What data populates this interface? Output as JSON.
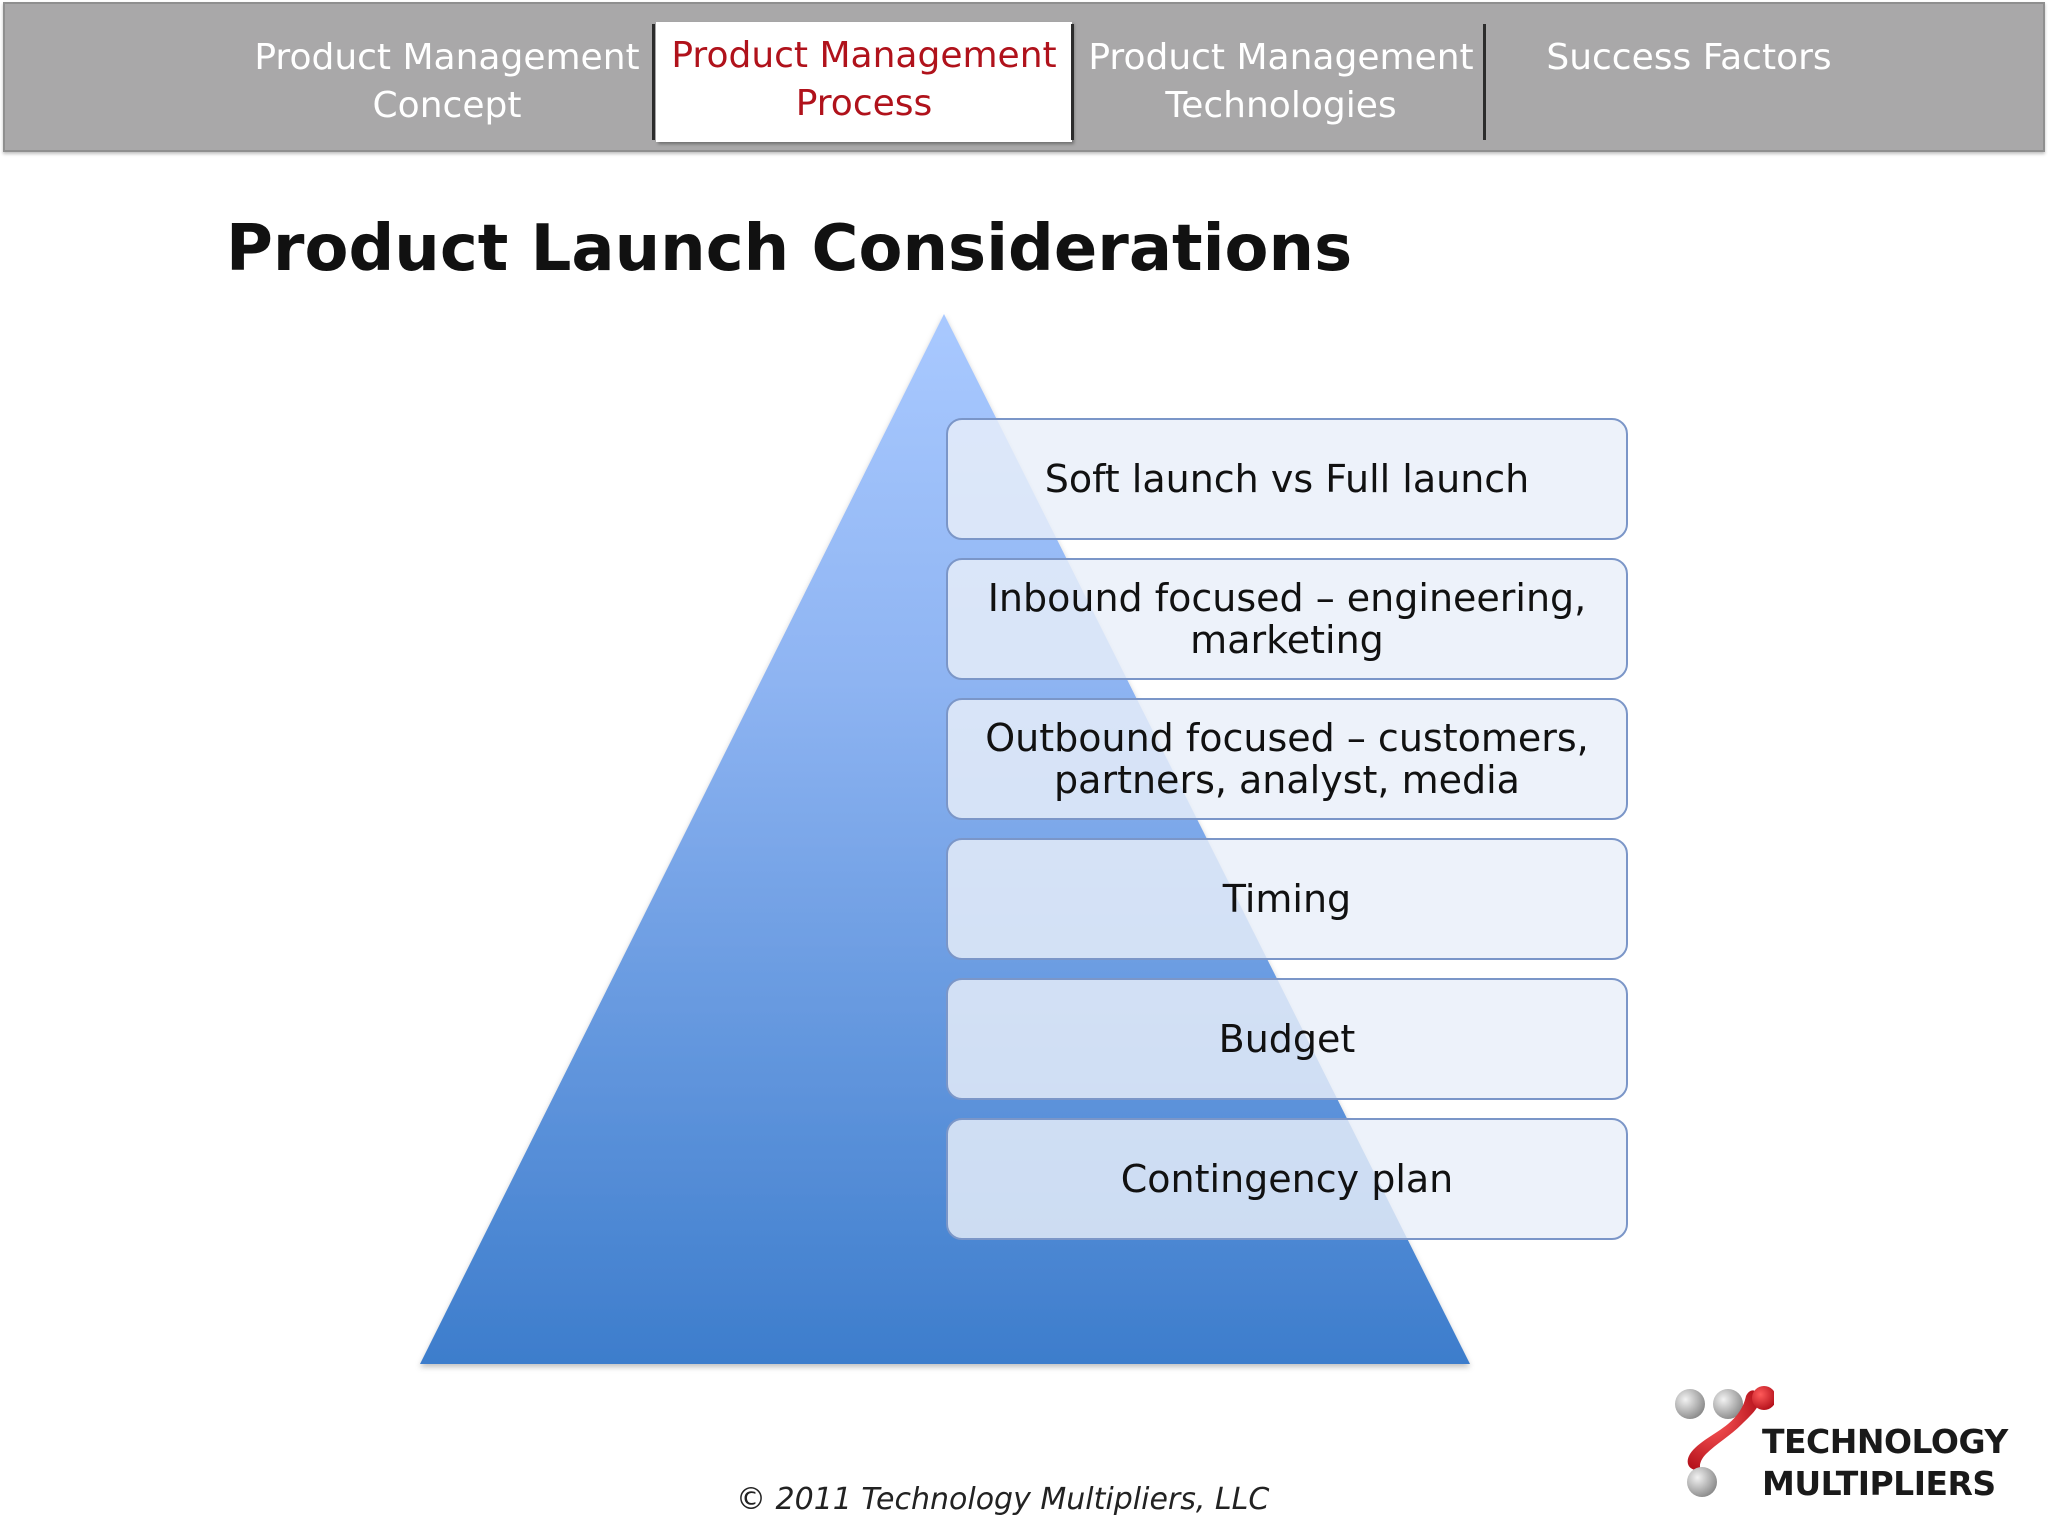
{
  "nav": {
    "tabs": [
      {
        "label_line1": "Product Management",
        "label_line2": "Concept",
        "active": false
      },
      {
        "label_line1": "Product Management",
        "label_line2": "Process",
        "active": true
      },
      {
        "label_line1": "Product Management",
        "label_line2": "Technologies",
        "active": false
      },
      {
        "label_line1": "Success Factors",
        "label_line2": "",
        "active": false
      }
    ]
  },
  "title": "Product Launch Considerations",
  "pyramid": {
    "items": [
      {
        "line1": "Soft launch vs Full launch",
        "line2": ""
      },
      {
        "line1": "Inbound focused – engineering,",
        "line2": "marketing"
      },
      {
        "line1": "Outbound focused – customers,",
        "line2": "partners, analyst, media"
      },
      {
        "line1": "Timing",
        "line2": ""
      },
      {
        "line1": "Budget",
        "line2": ""
      },
      {
        "line1": "Contingency plan",
        "line2": ""
      }
    ]
  },
  "footer": {
    "copyright": "© 2011 Technology Multipliers, LLC",
    "logo_line1": "TECHNOLOGY",
    "logo_line2": "MULTIPLIERS"
  },
  "colors": {
    "nav_bg": "#a9a8a9",
    "active_tab_text": "#b0121b",
    "pyramid_top": "#a3c4fc",
    "pyramid_bottom": "#3e7fcc",
    "box_border": "#7b96c8",
    "logo_red": "#d0202b",
    "logo_gray": "#a7a7a7"
  }
}
